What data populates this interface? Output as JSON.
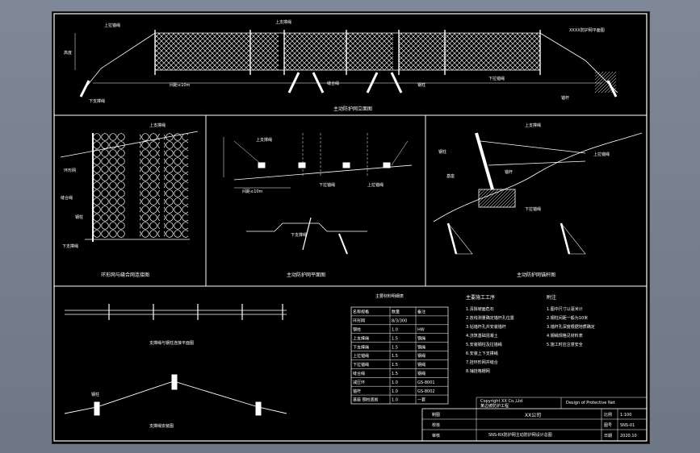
{
  "drawing": {
    "top_view_label": "XXXX防护网平面图",
    "front_elevation_caption": "主动防护网立面图",
    "mesh_detail_caption": "环形网与缝合网连接图",
    "post_plan_caption": "主动防护网平面图",
    "cable_section_caption": "主动防护网剖面图",
    "anchor_detail_caption": "主动防护网锚杆图",
    "ring_plan_caption": "支撑绳与钢柱连接平面图",
    "ring_elevation_caption": "支撑绳安装图",
    "labels": {
      "upper_cable": "上支撑绳",
      "lower_cable": "下支撑绳",
      "mesh": "环形网",
      "post": "钢柱",
      "anchor": "锚杆",
      "base": "基座",
      "span": "间距≤10m",
      "upper_lateral_anchor": "上拉锚绳",
      "lower_lateral_anchor": "下拉锚绳",
      "seam_rope": "缝合绳",
      "height": "高度"
    }
  },
  "material_table": {
    "title": "主要材料明细表",
    "headers": [
      "名称规格",
      "数量",
      "备注"
    ],
    "rows": [
      [
        "环形网",
        "8/3/300",
        ""
      ],
      [
        "钢柱",
        "1.0",
        "HW"
      ],
      [
        "上支撑绳",
        "1.5",
        "钢绳"
      ],
      [
        "下支撑绳",
        "1.5",
        "钢绳"
      ],
      [
        "上拉锚绳",
        "1.5",
        "钢绳"
      ],
      [
        "下拉锚绳",
        "1.5",
        "钢绳"
      ],
      [
        "缝合绳",
        "1.5",
        "钢绳"
      ],
      [
        "减压环",
        "1.0",
        "GS-8001"
      ],
      [
        "锚杆",
        "1.0",
        "GS-8002"
      ],
      [
        "基座 钢柱底板",
        "1.0",
        "一套"
      ]
    ]
  },
  "notes_left": {
    "title": "主要施工工序",
    "items": [
      "1.清除坡面危石",
      "2.放线测量确定锚杆孔位置",
      "3.钻锚杆孔并安装锚杆",
      "4.浇筑基础混凝土",
      "5.安装钢柱及拉锚绳",
      "6.安装上下支撑绳",
      "7.挂环形网并缝合",
      "8.铺挂格栅网"
    ]
  },
  "notes_right": {
    "title": "附注",
    "items": [
      "1.图中尺寸以毫米计",
      "2.钢柱间距一般为10米",
      "3.锚杆孔深度根据地质确定",
      "4.钢绳规格见材料表",
      "5.施工时应注意安全"
    ]
  },
  "title_block": {
    "copyright": "Copyright XX Co.,Ltd",
    "company": "XX公司",
    "drawing_name": "SNS-RX防护网主动防护网设计总图",
    "roles": [
      "制图",
      "校核",
      "审核"
    ],
    "fields": [
      "比例",
      "图号",
      "日期"
    ],
    "values": [
      "1:100",
      "SNS-01",
      "2020.10"
    ],
    "header_right": "Design of Protective Net",
    "project_label": "某边坡防护工程"
  }
}
